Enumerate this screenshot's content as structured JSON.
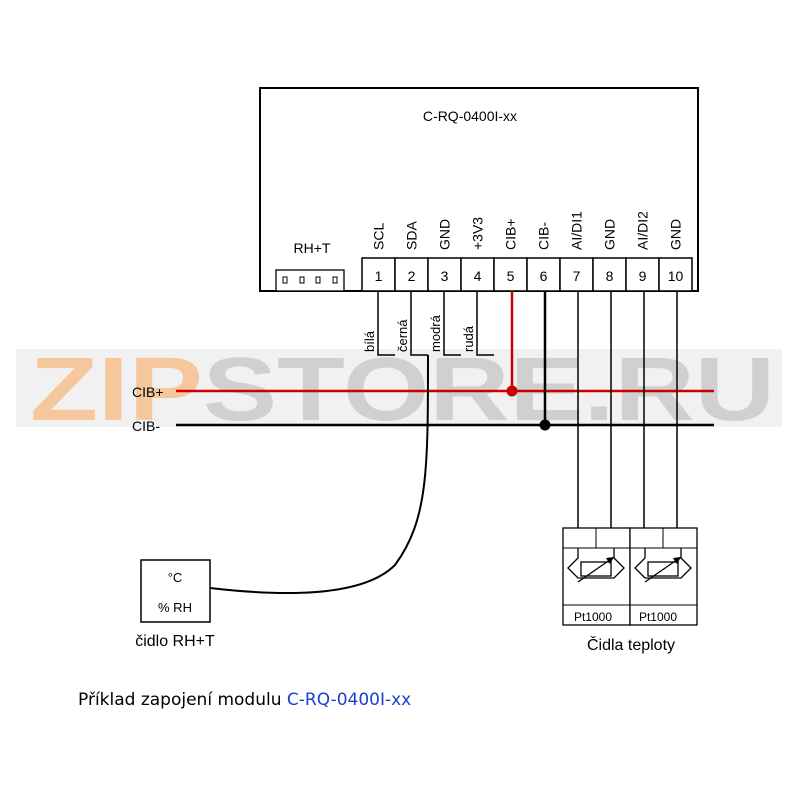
{
  "module": {
    "title": "C-RQ-0400I-xx",
    "rh_connector_label": "RH+T",
    "terminals": [
      {
        "number": "1",
        "name": "SCL"
      },
      {
        "number": "2",
        "name": "SDA"
      },
      {
        "number": "3",
        "name": "GND"
      },
      {
        "number": "4",
        "name": "+3V3"
      },
      {
        "number": "5",
        "name": "CIB+"
      },
      {
        "number": "6",
        "name": "CIB-"
      },
      {
        "number": "7",
        "name": "AI/DI1"
      },
      {
        "number": "8",
        "name": "GND"
      },
      {
        "number": "9",
        "name": "AI/DI2"
      },
      {
        "number": "10",
        "name": "GND"
      }
    ]
  },
  "wire_colors": [
    "bílá",
    "černá",
    "modrá",
    "rudá"
  ],
  "bus": {
    "plus_label": "CIB+",
    "minus_label": "CIB-"
  },
  "rh_sensor": {
    "line1": "°C",
    "line2": "% RH",
    "caption": "čidlo RH+T"
  },
  "temp_sensors": {
    "items": [
      "Pt1000",
      "Pt1000"
    ],
    "caption": "Čidla teploty"
  },
  "watermark": "ZIPSTORE.RU",
  "caption": {
    "prefix": "Příklad zapojení modulu ",
    "highlight": "C-RQ-0400I-xx"
  },
  "colors": {
    "cib_plus": "#cc0000",
    "cib_minus": "#000000",
    "highlight": "#1a3fcf",
    "watermark_orange": "#f6c79c",
    "watermark_gray": "#cfcfcf"
  }
}
